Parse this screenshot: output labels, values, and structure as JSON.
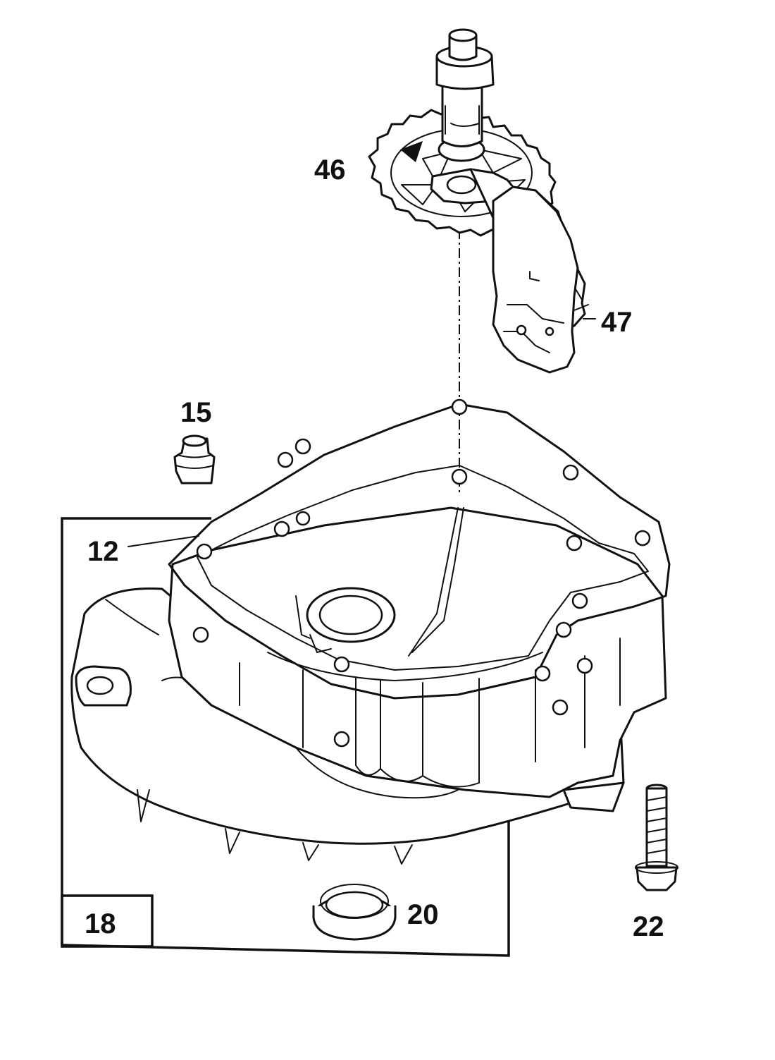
{
  "diagram": {
    "labels": {
      "p12": "12",
      "p15": "15",
      "p18": "18",
      "p20": "20",
      "p22": "22",
      "p46": "46",
      "p47": "47"
    }
  }
}
